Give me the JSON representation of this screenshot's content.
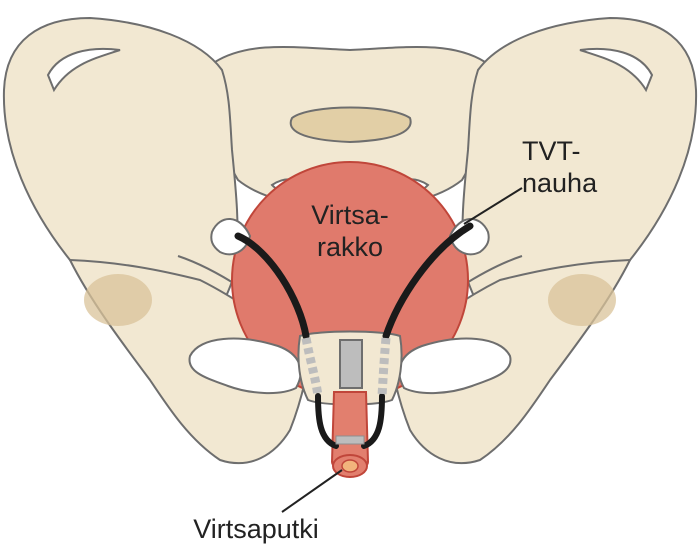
{
  "labels": {
    "bladder_line1": "Virtsa-",
    "bladder_line2": "rakko",
    "tape_line1": "TVT-",
    "tape_line2": "nauha",
    "urethra": "Virtsaputki"
  },
  "colors": {
    "bone_fill": "#F2E8D2",
    "bone_stroke": "#6E6E6E",
    "bone_shadow": "#D9C39A",
    "bladder_fill": "#E07A6C",
    "bladder_stroke": "#C0463A",
    "urethra_fill": "#E27F6E",
    "urethra_opening": "#F2B37C",
    "tape_color": "#1A1A1A",
    "mesh_color": "#BDBDBD",
    "leader_line": "#222222"
  }
}
